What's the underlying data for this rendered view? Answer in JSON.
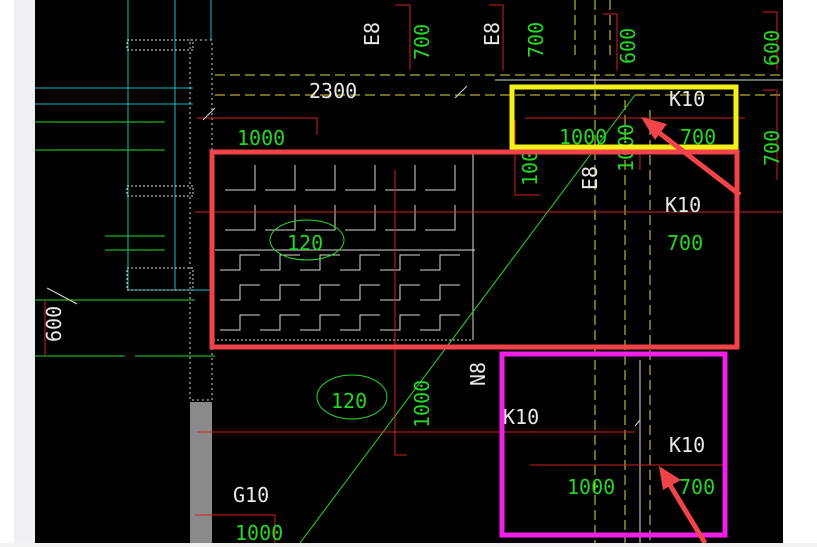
{
  "canvas": {
    "background": "#000000"
  },
  "colors": {
    "dim_red": "#d22222",
    "text_green": "#26d826",
    "text_white": "#e8e8e8",
    "axis_yellow": "#e4d846",
    "wall_cyan": "#1fb7c7",
    "hatch_white": "#d8d8d8",
    "highlight_yellow": "#f2f21a",
    "highlight_red": "#f0434a",
    "highlight_magenta": "#f020e6",
    "arrow_red": "#f0434a"
  },
  "labels": {
    "dim_2300": "2300",
    "dim_1000_top_left": "1000",
    "dim_1000_top_right": "1000",
    "dim_700_top_right": "700",
    "dim_100_vert": "100",
    "dim_1000_vert_mid": "1000",
    "dim_700_k10_mid": "700",
    "dim_120_top": "120",
    "dim_120_bottom": "120",
    "dim_1000_vert_lower": "1000",
    "dim_1000_bottom_right": "1000",
    "dim_700_bottom_right": "700",
    "dim_1000_bottom_left": "1000",
    "dim_600_left": "600",
    "dim_700_top1": "700",
    "dim_700_top2": "700",
    "dim_600_top": "600",
    "dim_600_far_right": "600",
    "dim_700_far_right": "700",
    "tag_e8_1": "E8",
    "tag_e8_2": "E8",
    "tag_e8_3": "E8",
    "tag_n8": "N8",
    "tag_k10_top": "K10",
    "tag_k10_mid": "K10",
    "tag_k10_lower_left": "K10",
    "tag_k10_bottom": "K10",
    "tag_g10": "G10"
  }
}
